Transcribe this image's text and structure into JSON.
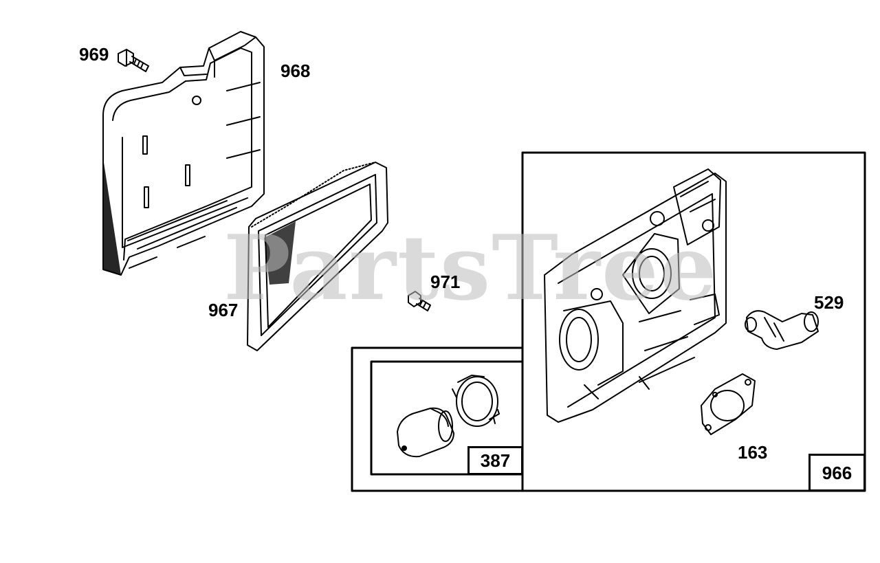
{
  "watermark": "PartsTree",
  "callouts": {
    "c969": "969",
    "c968": "968",
    "c967": "967",
    "c971": "971",
    "c529": "529",
    "c163": "163",
    "c387": "387",
    "c966": "966"
  },
  "parts": [
    {
      "id": "969",
      "name": "screw"
    },
    {
      "id": "968",
      "name": "air-cleaner-cover"
    },
    {
      "id": "967",
      "name": "air-filter-cartridge"
    },
    {
      "id": "971",
      "name": "screw"
    },
    {
      "id": "966",
      "name": "air-cleaner-base-kit"
    },
    {
      "id": "529",
      "name": "breather-tube"
    },
    {
      "id": "163",
      "name": "gasket"
    },
    {
      "id": "387",
      "name": "primer-bulb-kit"
    }
  ]
}
